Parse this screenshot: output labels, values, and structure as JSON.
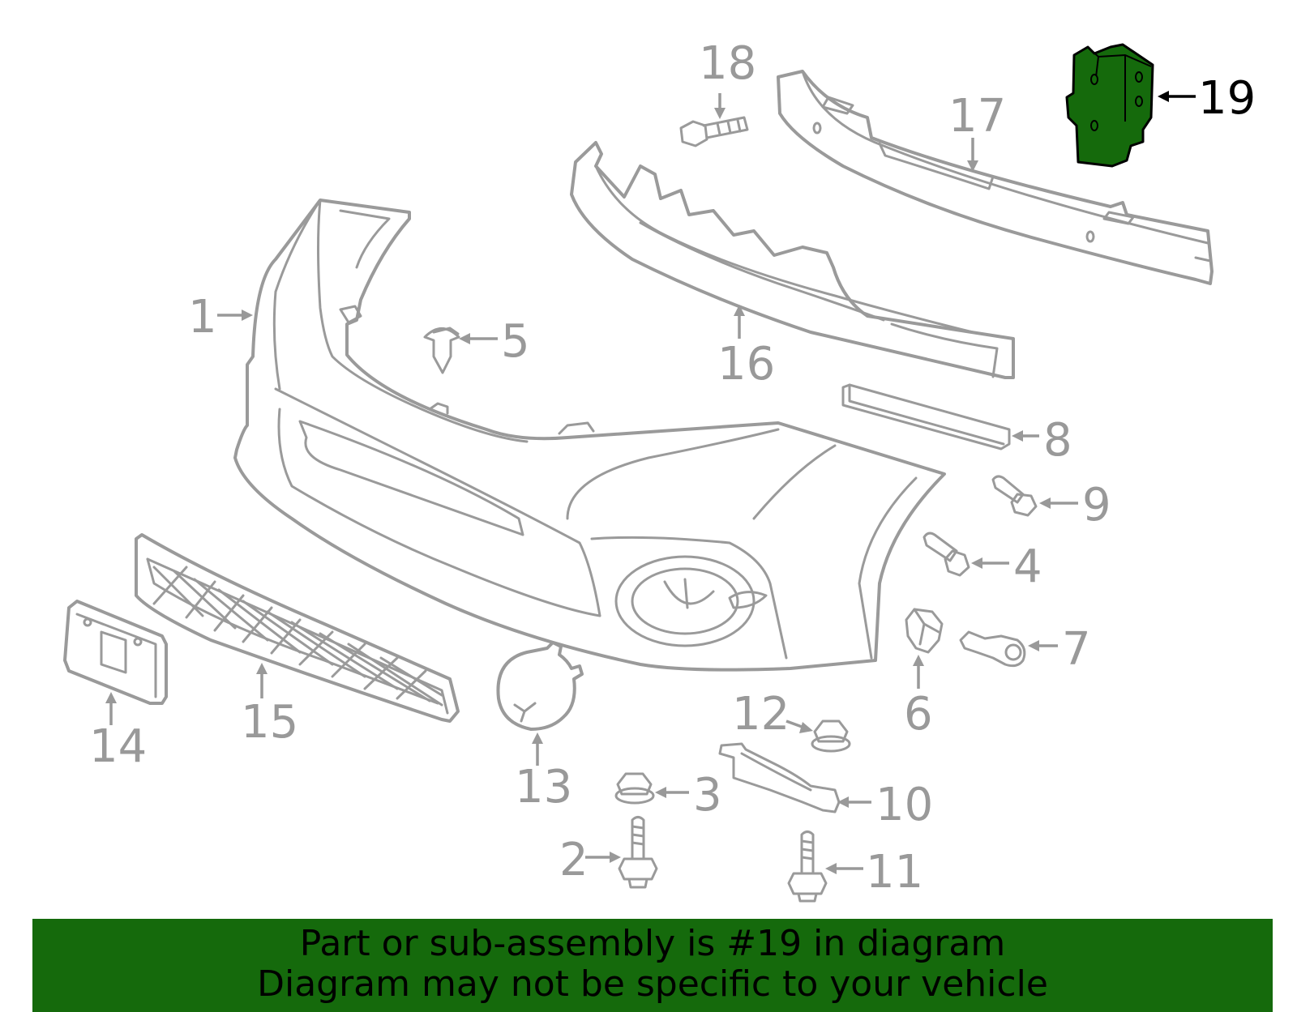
{
  "colors": {
    "highlight_green": "#156a0c",
    "part_gray": "#9a9a9a",
    "label_gray": "#999999",
    "label_highlight": "#000000"
  },
  "diagram": {
    "highlighted_part": "19",
    "callouts": [
      {
        "id": "c1",
        "text": "1"
      },
      {
        "id": "c2",
        "text": "2"
      },
      {
        "id": "c3",
        "text": "3"
      },
      {
        "id": "c4",
        "text": "4"
      },
      {
        "id": "c5",
        "text": "5"
      },
      {
        "id": "c6",
        "text": "6"
      },
      {
        "id": "c7",
        "text": "7"
      },
      {
        "id": "c8",
        "text": "8"
      },
      {
        "id": "c9",
        "text": "9"
      },
      {
        "id": "c10",
        "text": "10"
      },
      {
        "id": "c11",
        "text": "11"
      },
      {
        "id": "c12",
        "text": "12"
      },
      {
        "id": "c13",
        "text": "13"
      },
      {
        "id": "c14",
        "text": "14"
      },
      {
        "id": "c15",
        "text": "15"
      },
      {
        "id": "c16",
        "text": "16"
      },
      {
        "id": "c17",
        "text": "17"
      },
      {
        "id": "c18",
        "text": "18"
      },
      {
        "id": "c19",
        "text": "19"
      }
    ]
  },
  "banner": {
    "line1": "Part or sub-assembly is #19 in diagram",
    "line2": "Diagram may not be specific to your vehicle"
  }
}
